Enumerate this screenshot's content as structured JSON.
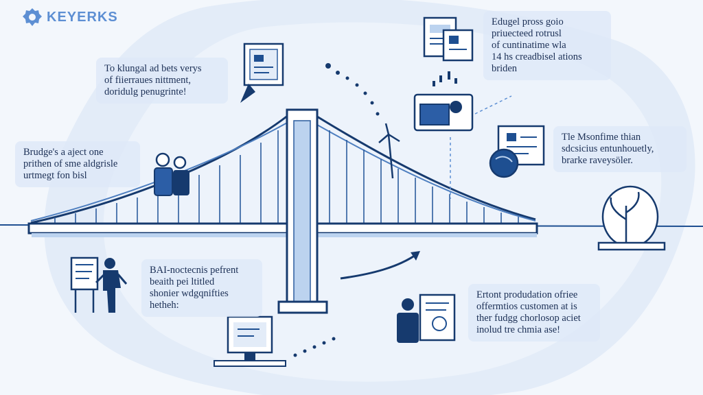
{
  "brand": {
    "name": "KEYERKS",
    "logo_icon": "puzzle-gear-icon",
    "color": "#5d8fd3"
  },
  "colors": {
    "primary": "#1e4f91",
    "dark": "#163a6e",
    "light": "#bcd3ef",
    "background": "#f3f7fc",
    "panel": "#dee9f8"
  },
  "callouts": {
    "top_left": [
      "To klungal ad bets verys",
      "of fiierraues nittment,",
      "doridulg penugrinte!"
    ],
    "mid_left": [
      "Brudge's a aject one",
      "prithen of sme aldgrisle",
      "urtmegt fon bisl"
    ],
    "bottom_left": [
      "BAI-noctecnis pefrent",
      "beaith pei ltitled",
      "shonier wdgqnifties",
      "hetheh:"
    ],
    "top_right": [
      "Edugel pross goio",
      "priuecteed rotrusl",
      "of cuntinatime wla",
      "14 hs creadbisel ations",
      "briden"
    ],
    "mid_right": [
      "Tle Msonfime thian",
      "sdcsicius entunhouetly,",
      "brarke raveysöler."
    ],
    "bottom_right": [
      "Ertont produdation ofriee",
      "offermtios customen at is",
      "ther fudgg chorlosop aciet",
      "inolud tre chmia ase!"
    ]
  },
  "icons": {
    "bridge": "suspension-bridge-icon",
    "people_pair": "two-people-icon",
    "presenter": "presenter-board-icon",
    "monitor": "computer-monitor-icon",
    "documents": "documents-icon",
    "folder": "folder-icon",
    "globe": "globe-icon",
    "plant": "plant-icon",
    "person_screen": "person-screen-icon",
    "turbine": "wind-turbine-icon"
  }
}
